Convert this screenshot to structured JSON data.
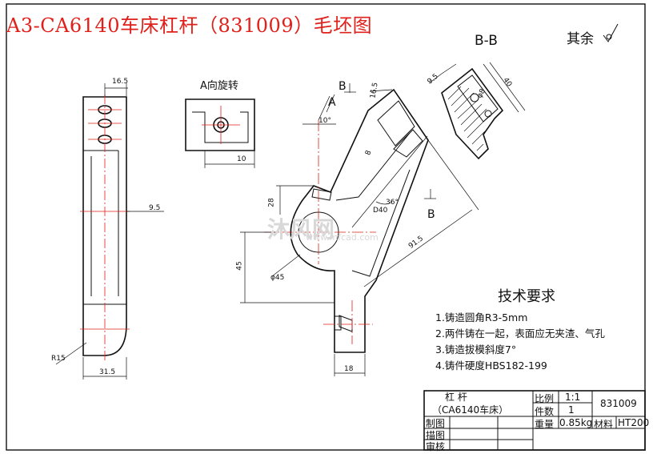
{
  "title": "A3-CA6140车床杠杆（831009）毛坯图",
  "roughness_note": "其余",
  "section_label": "B-B",
  "view_a_label": "A向旋转",
  "arrow_labels": {
    "a": "A",
    "b_top": "B",
    "b_bottom": "B"
  },
  "dimensions": {
    "d16_5_left": "16.5",
    "d9_5_left": "9.5",
    "d10_viewa": "10",
    "r15": "R15",
    "d31_5": "31.5",
    "angle10": "10°",
    "d16_5_top": "16.5",
    "d8": "8",
    "d28": "28",
    "angle36": "36°",
    "d40_dia": "D40",
    "d45": "45",
    "dia45": "φ45",
    "d91_5": "91.5",
    "d18": "18",
    "d9_5_bb": "9.5",
    "d40_bb": "40",
    "dia8_bb": "φ8"
  },
  "technical_requirements": {
    "heading": "技术要求",
    "items": [
      "1.铸造圆角R3-5mm",
      "2.两件铸在一起，表面应无夹渣、气孔",
      "3.铸造拔模斜度7°",
      "4.铸件硬度HBS182-199"
    ]
  },
  "title_block": {
    "part_name": "杠      杆",
    "machine": "（CA6140车床）",
    "scale_label": "比例",
    "scale_value": "1:1",
    "drawing_no": "831009",
    "qty_label": "件数",
    "qty_value": "1",
    "weight_label": "重量",
    "weight_value": "0.85kg",
    "material_label": "材料",
    "material_value": "HT200",
    "drawn_by": "制图",
    "drafted_by": "描图",
    "checked_by": "审核"
  },
  "watermark": {
    "text": "沐风网",
    "url": "www.mfcad.com"
  }
}
